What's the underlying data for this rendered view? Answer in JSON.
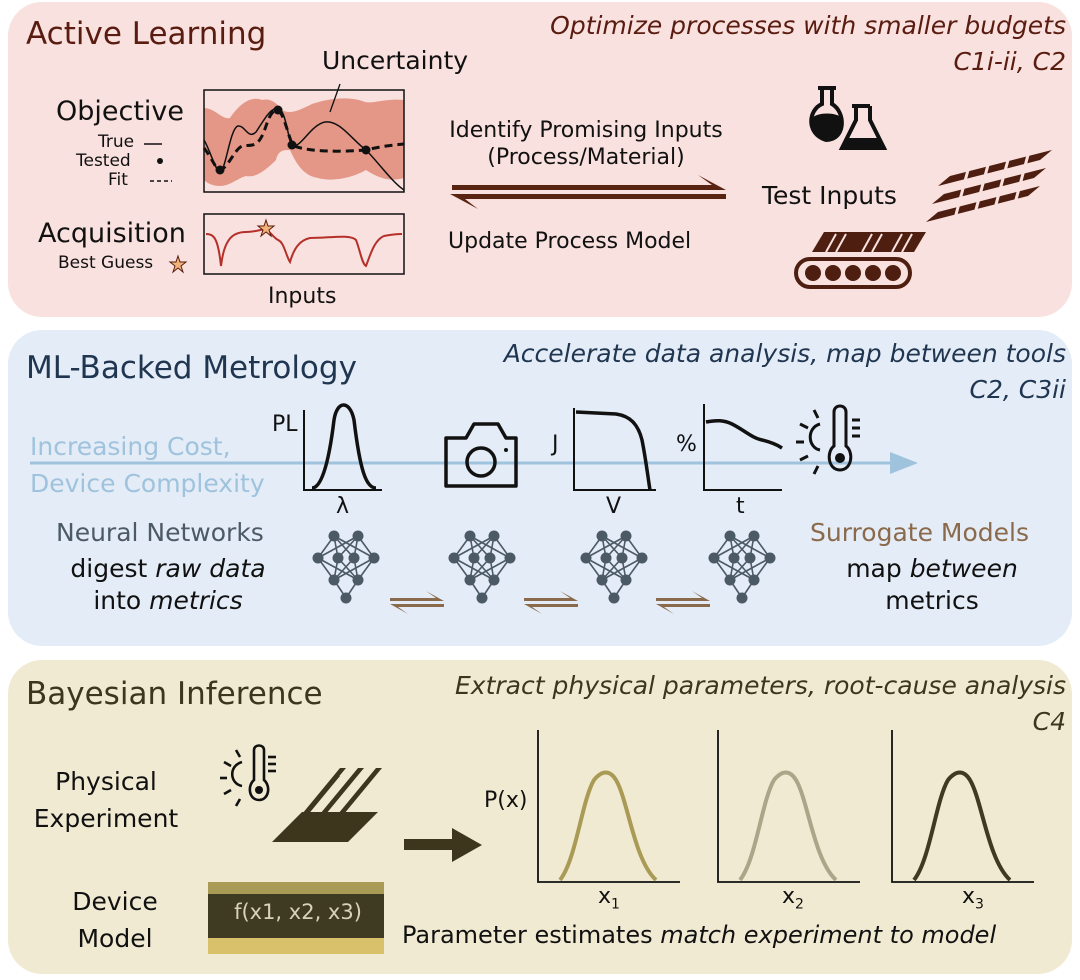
{
  "active_learning": {
    "title": "Active Learning",
    "subtitle_line1": "Optimize processes with smaller budgets",
    "subtitle_line2": "C1i-ii, C2",
    "uncertainty_label": "Uncertainty",
    "objective_label": "Objective",
    "legend_true": "True",
    "legend_tested": "Tested",
    "legend_fit": "Fit",
    "acquisition_label": "Acquisition",
    "best_guess_label": "Best Guess",
    "inputs_label": "Inputs",
    "identify_line1": "Identify Promising Inputs",
    "identify_line2": "(Process/Material)",
    "update_label": "Update Process Model",
    "test_inputs_label": "Test Inputs"
  },
  "metrology": {
    "title": "ML-Backed Metrology",
    "subtitle_line1": "Accelerate data analysis, map between tools",
    "subtitle_line2": "C2, C3ii",
    "cost_line1": "Increasing Cost,",
    "cost_line2": "Device Complexity",
    "pl_label": "PL",
    "lambda_label": "λ",
    "j_label": "J",
    "v_label": "V",
    "percent_label": "%",
    "t_label": "t",
    "nn_label": "Neural Networks",
    "digest_prefix": "digest ",
    "digest_italic": "raw data",
    "into_prefix": "into ",
    "into_italic": "metrics",
    "surrogate_label": "Surrogate Models",
    "map_prefix": "map ",
    "map_italic": "between",
    "metrics_label": "metrics"
  },
  "bayesian": {
    "title": "Bayesian Inference",
    "subtitle_line1": "Extract physical parameters, root-cause analysis",
    "subtitle_line2": "C4",
    "physical_line1": "Physical",
    "physical_line2": "Experiment",
    "device_line1": "Device",
    "device_line2": "Model",
    "device_function": "f(x1, x2, x3)",
    "px_label": "P(x)",
    "x1_label": "x",
    "x1_sub": "1",
    "x2_label": "x",
    "x2_sub": "2",
    "x3_label": "x",
    "x3_sub": "3",
    "estimates_prefix": "Parameter estimates ",
    "estimates_italic": "match experiment to model"
  },
  "colors": {
    "panel1": "#f8e1de",
    "panel2": "#e4ecf7",
    "panel3": "#f1ead2",
    "title1": "#5a1c10",
    "title2": "#1f3550",
    "title3": "#3d361c",
    "band": "#e08a78",
    "curve_red": "#b5302a",
    "arrow_brown": "#5a2412",
    "nn_gray": "#4c5a66",
    "surrogate_brown": "#8b6a4c",
    "cost_blue": "#9fc3dc",
    "px1": "#a99a55",
    "px2": "#a9a68a",
    "px3": "#3f3a22"
  }
}
